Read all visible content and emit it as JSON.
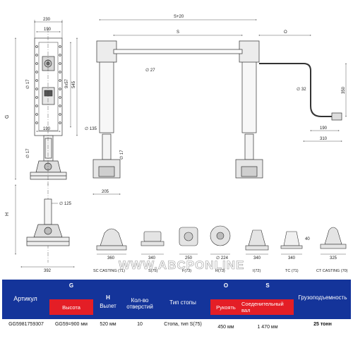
{
  "drawing": {
    "front_view": {
      "dims": [
        "230",
        "190",
        "9x57",
        "545",
        "∅ 17",
        "190",
        "∅ 17",
        "G",
        "H",
        "∅ 125",
        "392"
      ]
    },
    "side_view": {
      "dims": [
        "S+20",
        "S",
        "∅ 27",
        "O",
        "∅ 32",
        "350",
        "190",
        "310",
        "∅ 135",
        "∅ 17",
        "205"
      ]
    },
    "feet": [
      {
        "dim": "360",
        "label": "SC CASTING (71)"
      },
      {
        "dim": "340",
        "label": "S(75)"
      },
      {
        "dim": "250",
        "label": "F(73)"
      },
      {
        "dim": "∅ 224",
        "label": "R(73)"
      },
      {
        "dim": "340",
        "label": "I(72)"
      },
      {
        "dim": "340",
        "label": "TC (71)",
        "extra": "40"
      },
      {
        "dim": "325",
        "label": "CT CASTING (70)"
      }
    ],
    "watermark": "WWW.ABCPONLINE"
  },
  "table": {
    "headers": {
      "article": "Артикул",
      "g_letter": "G",
      "height": "Высота",
      "h_letter": "H",
      "stroke": "Вылет",
      "holes": "Кол-во отверстий",
      "foot": "Тип стопы",
      "o_letter": "O",
      "s_letter": "S",
      "handle": "Рукоять",
      "shaft": "Соеденительный вал",
      "capacity": "Грузоподъемность"
    },
    "row": {
      "article": "GG5981759307",
      "height": "GG59=900 мм",
      "stroke": "520 мм",
      "holes": "10",
      "foot": "Стопа, тип S(75)",
      "handle": "450 мм",
      "shaft": "1 470 мм",
      "capacity": "25 тонн"
    },
    "colors": {
      "band": "#14349a",
      "accent": "#e41e26"
    }
  }
}
